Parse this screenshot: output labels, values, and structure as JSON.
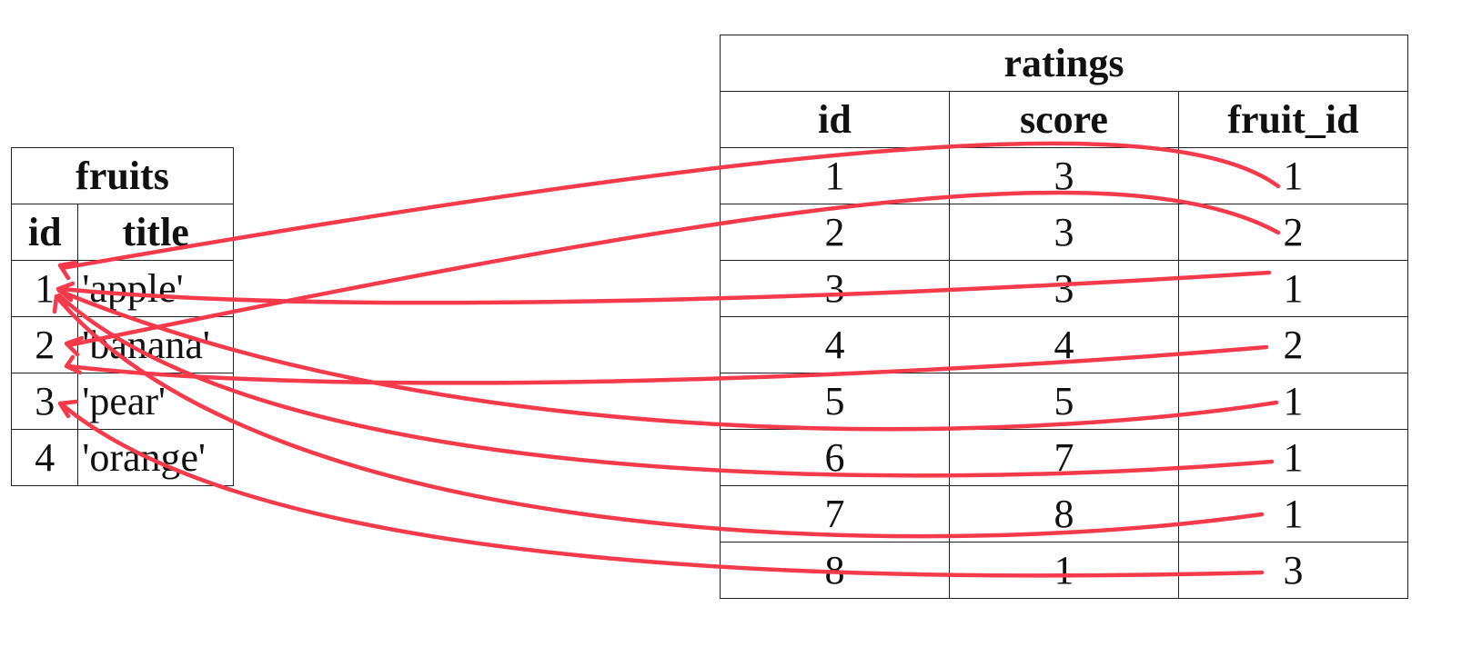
{
  "fruits": {
    "title": "fruits",
    "columns": [
      "id",
      "title"
    ],
    "rows": [
      {
        "id": "1",
        "title": "'apple'"
      },
      {
        "id": "2",
        "title": "'banana'"
      },
      {
        "id": "3",
        "title": "'pear'"
      },
      {
        "id": "4",
        "title": "'orange'"
      }
    ]
  },
  "ratings": {
    "title": "ratings",
    "columns": [
      "id",
      "score",
      "fruit_id"
    ],
    "rows": [
      {
        "id": "1",
        "score": "3",
        "fruit_id": "1"
      },
      {
        "id": "2",
        "score": "3",
        "fruit_id": "2"
      },
      {
        "id": "3",
        "score": "3",
        "fruit_id": "1"
      },
      {
        "id": "4",
        "score": "4",
        "fruit_id": "2"
      },
      {
        "id": "5",
        "score": "5",
        "fruit_id": "1"
      },
      {
        "id": "6",
        "score": "7",
        "fruit_id": "1"
      },
      {
        "id": "7",
        "score": "8",
        "fruit_id": "1"
      },
      {
        "id": "8",
        "score": "1",
        "fruit_id": "3"
      }
    ]
  },
  "arrows": {
    "color": "#f43a4b"
  }
}
